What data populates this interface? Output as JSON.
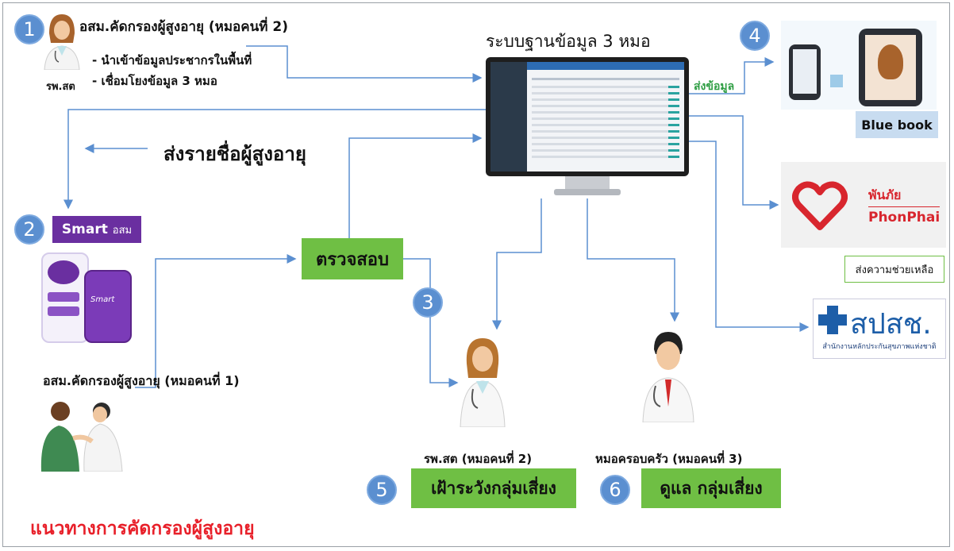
{
  "title": "ระบบฐานข้อมูล 3 หมอ",
  "step1": {
    "number": "1",
    "title": "อสม.คัดกรองผู้สูงอายุ (หมอคนที่ 2)",
    "caption": "รพ.สต",
    "bullets": [
      "- นำเข้าข้อมูลประชากรในพื้นที่",
      "- เชื่อมโยงข้อมูล 3 หมอ"
    ]
  },
  "send_names": "ส่งรายชื่อผู้สูงอายุ",
  "step2": {
    "number": "2",
    "app_label_main": "Smart",
    "app_label_suffix": "อสม",
    "phone_brand": "Smart",
    "caption": "อสม.คัดกรองผู้สูงอายุ (หมอคนที่ 1)"
  },
  "verify": "ตรวจสอบ",
  "step3": {
    "number": "3",
    "caption": "รพ.สต (หมอคนที่ 2)"
  },
  "step4": {
    "number": "4",
    "label": "Blue book"
  },
  "send_data": "ส่งข้อมูล",
  "phonphai": {
    "thai": "พันภัย",
    "eng": "PhonPhai",
    "caption": "ส่งความช่วยเหลือ"
  },
  "nhso": {
    "name": "สปสช.",
    "subtitle": "สำนักงานหลักประกันสุขภาพแห่งชาติ"
  },
  "doctor3": {
    "caption": "หมอครอบครัว (หมอคนที่ 3)"
  },
  "step5": {
    "number": "5",
    "label": "เฝ้าระวังกลุ่มเสี่ยง"
  },
  "step6": {
    "number": "6",
    "label": "ดูแล กลุ่มเสี่ยง"
  },
  "footer": "แนวทางการคัดกรองผู้สูงอายุ",
  "colors": {
    "badge": "#5b8fd0",
    "arrow": "#5b8fd0",
    "green_box": "#6fbf44",
    "purple_box": "#6a2fa0",
    "footer_red": "#e8202a",
    "send_data_green": "#2f9e44",
    "phonphai_red": "#d8262e",
    "nhso_blue": "#1d5ea8"
  }
}
